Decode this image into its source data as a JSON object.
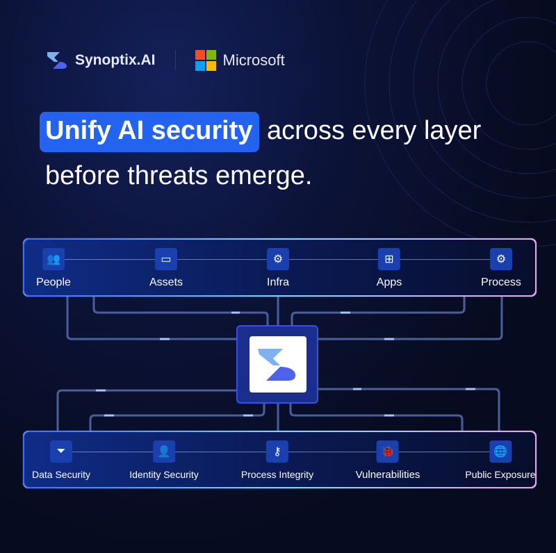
{
  "brand": {
    "partner1": "Synoptix.AI",
    "partner2": "Microsoft"
  },
  "headline": {
    "highlight": "Unify AI security",
    "rest": "across every layer",
    "line2": "before threats emerge."
  },
  "top_layer": [
    {
      "label": "People",
      "icon": "people-icon"
    },
    {
      "label": "Assets",
      "icon": "devices-icon"
    },
    {
      "label": "Infra",
      "icon": "infrastructure-icon"
    },
    {
      "label": "Apps",
      "icon": "apps-icon"
    },
    {
      "label": "Process",
      "icon": "process-icon"
    }
  ],
  "bottom_layer": [
    {
      "label": "Data Security",
      "icon": "filter-icon"
    },
    {
      "label": "Identity Security",
      "icon": "user-icon"
    },
    {
      "label": "Process Integrity",
      "icon": "key-icon"
    },
    {
      "label": "Vulnerabilities",
      "icon": "bug-icon"
    },
    {
      "label": "Public Exposure",
      "icon": "globe-icon"
    }
  ],
  "colors": {
    "accent": "#2463f0",
    "background": "#070b1f",
    "connector": "#4a5f9a"
  }
}
